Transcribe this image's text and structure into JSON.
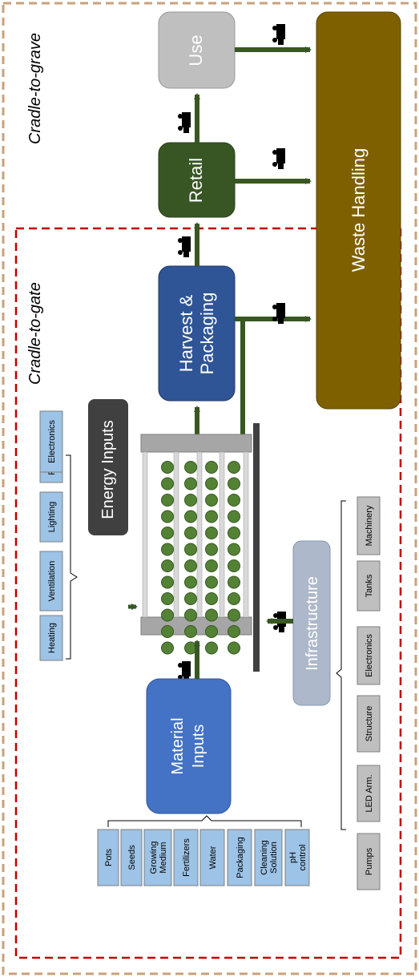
{
  "scopes": {
    "grave": "Cradle-to-grave",
    "gate": "Cradle-to-gate"
  },
  "nodes": {
    "use": "Use",
    "retail": "Retail",
    "harvest_line1": "Harvest &",
    "harvest_line2": "Packaging",
    "waste": "Waste Handling",
    "energy": "Energy Inputs",
    "material_line1": "Material",
    "material_line2": "Inputs",
    "infrastructure": "Infrastructure"
  },
  "energy_items": [
    "Heating",
    "Ventilation",
    "Lighting",
    "Pumping",
    "Electronics"
  ],
  "material_items": [
    [
      "Pots"
    ],
    [
      "Seeds"
    ],
    [
      "Growing",
      "Medium"
    ],
    [
      "Fertilizers"
    ],
    [
      "Water"
    ],
    [
      "Packaging"
    ],
    [
      "Cleaning",
      "Solution"
    ],
    [
      "pH",
      "control"
    ]
  ],
  "infrastructure_items": [
    "Pumps",
    "LED Arm.",
    "Structure",
    "Electronics",
    "Tanks",
    "Machinery"
  ],
  "icons": {
    "transport": "truck-icon",
    "plant": "plant-icon"
  },
  "colors": {
    "grave_border": "#C9A27A",
    "gate_border": "#C00000",
    "use": "#BFBFBF",
    "retail": "#375623",
    "harvest": "#2F5597",
    "waste": "#7F6000",
    "energy": "#404040",
    "material": "#4472C4",
    "infrastructure": "#ADB9CA",
    "small_box_blue": "#9DC3E6",
    "small_box_gray": "#BFBFBF",
    "arrow": "#385723",
    "plant": "#548235"
  }
}
